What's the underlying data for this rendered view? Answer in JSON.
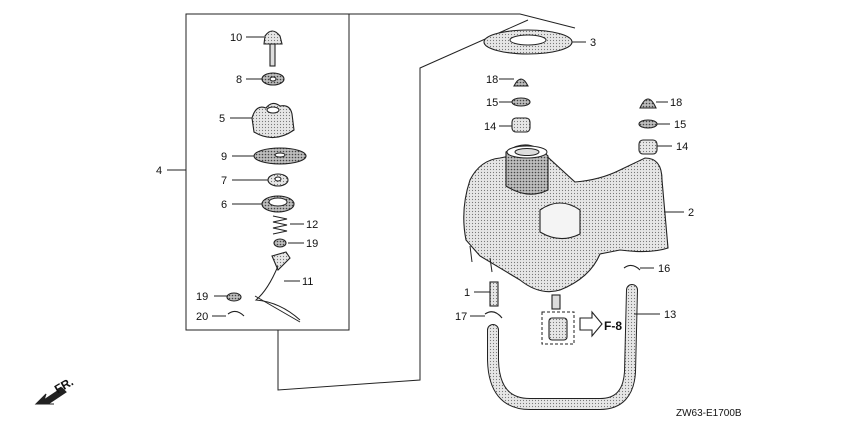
{
  "diagram": {
    "code": "ZW63-E1700B",
    "direction_label": "FR.",
    "ref_label": "F-8",
    "callouts": {
      "p1": "1",
      "p2": "2",
      "p3": "3",
      "p4": "4",
      "p5": "5",
      "p6": "6",
      "p7": "7",
      "p8": "8",
      "p9": "9",
      "p10": "10",
      "p11": "11",
      "p12": "12",
      "p13": "13",
      "p14a": "14",
      "p14b": "14",
      "p15a": "15",
      "p15b": "15",
      "p16": "16",
      "p17": "17",
      "p18a": "18",
      "p18b": "18",
      "p19a": "19",
      "p19b": "19",
      "p20": "20"
    }
  }
}
